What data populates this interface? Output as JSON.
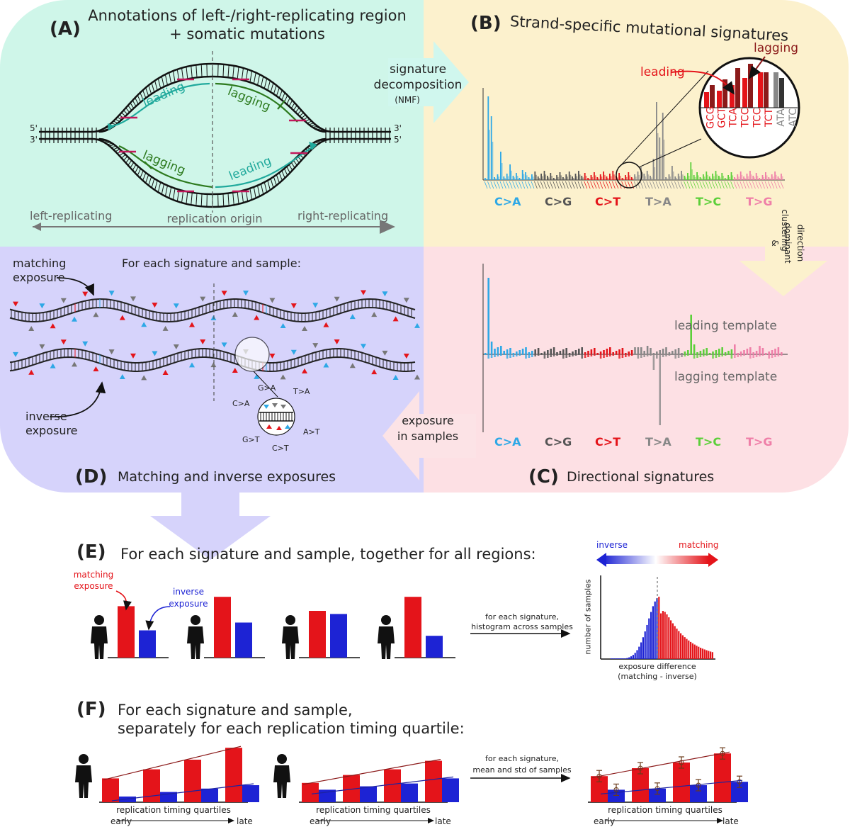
{
  "panelA": {
    "letter": "(A)",
    "title_line1": "Annotations of left-/right-replicating region",
    "title_line2": "+ somatic mutations",
    "strand_5p_left": "5'",
    "strand_3p_left": "3'",
    "strand_3p_right": "3'",
    "strand_5p_right": "5'",
    "leading": "leading",
    "lagging": "lagging",
    "left_replicating": "left-replicating",
    "origin": "replication origin",
    "right_replicating": "right-replicating"
  },
  "arrowAB": {
    "line1": "signature",
    "line2": "decomposition",
    "line3": "(NMF)"
  },
  "panelB": {
    "letter": "(B)",
    "title": "Strand-specific mutational signatures",
    "leading": "leading",
    "lagging": "lagging",
    "zoom_labels": [
      "GCG",
      "GCT",
      "TCA",
      "TCC",
      "TCC",
      "TCT",
      "ATA",
      "ATC"
    ],
    "categories": [
      "C>A",
      "C>G",
      "C>T",
      "T>A",
      "T>C",
      "T>G"
    ]
  },
  "arrowBC": {
    "line1": "clustering",
    "line2": "&",
    "line3": "dominant",
    "line4": "direction"
  },
  "panelC": {
    "letter": "(C)",
    "title": "Directional signatures",
    "leading_template": "leading template",
    "lagging_template": "lagging template",
    "categories": [
      "C>A",
      "C>G",
      "C>T",
      "T>A",
      "T>C",
      "T>G"
    ]
  },
  "arrowCD": {
    "line1": "exposure",
    "line2": "in samples"
  },
  "panelD": {
    "letter": "(D)",
    "title": "Matching and inverse exposures",
    "subtitle": "For each signature and sample:",
    "matching_line1": "matching",
    "matching_line2": "exposure",
    "inverse_line1": "inverse",
    "inverse_line2": "exposure",
    "mut_labels": [
      "G>A",
      "T>A",
      "C>A",
      "A>T",
      "G>T",
      "C>T"
    ]
  },
  "panelE": {
    "letter": "(E)",
    "title": "For each signature and sample, together for all regions:",
    "matching_line1": "matching",
    "matching_line2": "exposure",
    "inverse_line1": "inverse",
    "inverse_line2": "exposure",
    "arrow_line1": "for each signature,",
    "arrow_line2": "histogram across samples",
    "scale_inverse": "inverse",
    "scale_matching": "matching",
    "y_label": "number of samples",
    "x_label_line1": "exposure difference",
    "x_label_line2": "(matching - inverse)",
    "samples": [
      {
        "matching": 0.66,
        "inverse": 0.35
      },
      {
        "matching": 0.78,
        "inverse": 0.45
      },
      {
        "matching": 0.6,
        "inverse": 0.56
      },
      {
        "matching": 0.78,
        "inverse": 0.28
      }
    ]
  },
  "panelF": {
    "letter": "(F)",
    "title_line1": "For each signature and sample,",
    "title_line2": "separately for each replication timing quartile:",
    "x_label": "replication timing quartiles",
    "early": "early",
    "late": "late",
    "arrow_line1": "for each signature,",
    "arrow_line2": "mean and std of samples",
    "colors": {
      "matching": "#e4141a",
      "inverse": "#1d23d4"
    }
  }
}
